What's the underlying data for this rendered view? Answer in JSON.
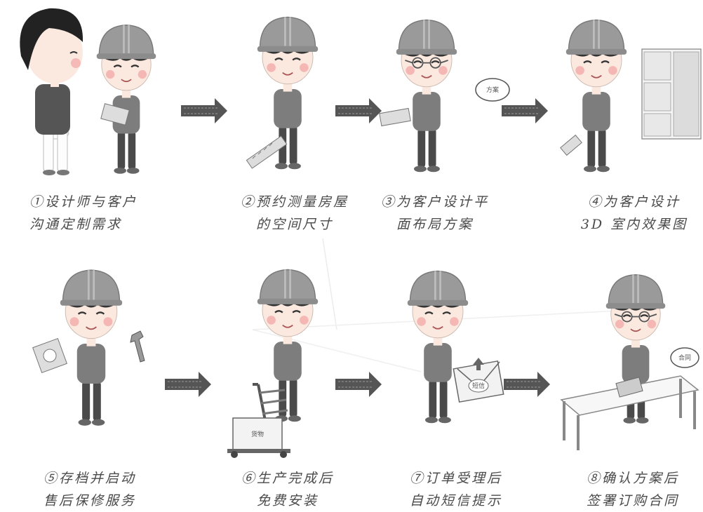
{
  "steps": [
    {
      "id": 1,
      "line1": "①设计师与客户",
      "line2": "沟通定制需求"
    },
    {
      "id": 2,
      "line1": "②预约测量房屋",
      "line2": "的空间尺寸"
    },
    {
      "id": 3,
      "line1": "③为客户设计平",
      "line2": "面布局方案",
      "bubble": "方案"
    },
    {
      "id": 4,
      "line1": "④为客户设计",
      "line2": "3D 室内效果图"
    },
    {
      "id": 5,
      "line1": "⑤存档并启动",
      "line2": "售后保修服务"
    },
    {
      "id": 6,
      "line1": "⑥生产完成后",
      "line2": "免费安装",
      "box_label": "货物"
    },
    {
      "id": 7,
      "line1": "⑦订单受理后",
      "line2": "自动短信提示",
      "envelope_label": "短信"
    },
    {
      "id": 8,
      "line1": "⑧确认方案后",
      "line2": "签署订购合同",
      "bubble": "合同"
    }
  ],
  "colors": {
    "helmet": "#9a9a9a",
    "arrow": "#555555",
    "shirt": "#7d7d7d",
    "pants": "#4a4a4a",
    "skin": "#fbe9e0",
    "cheek": "#f2a5a5",
    "hair": "#333333"
  }
}
